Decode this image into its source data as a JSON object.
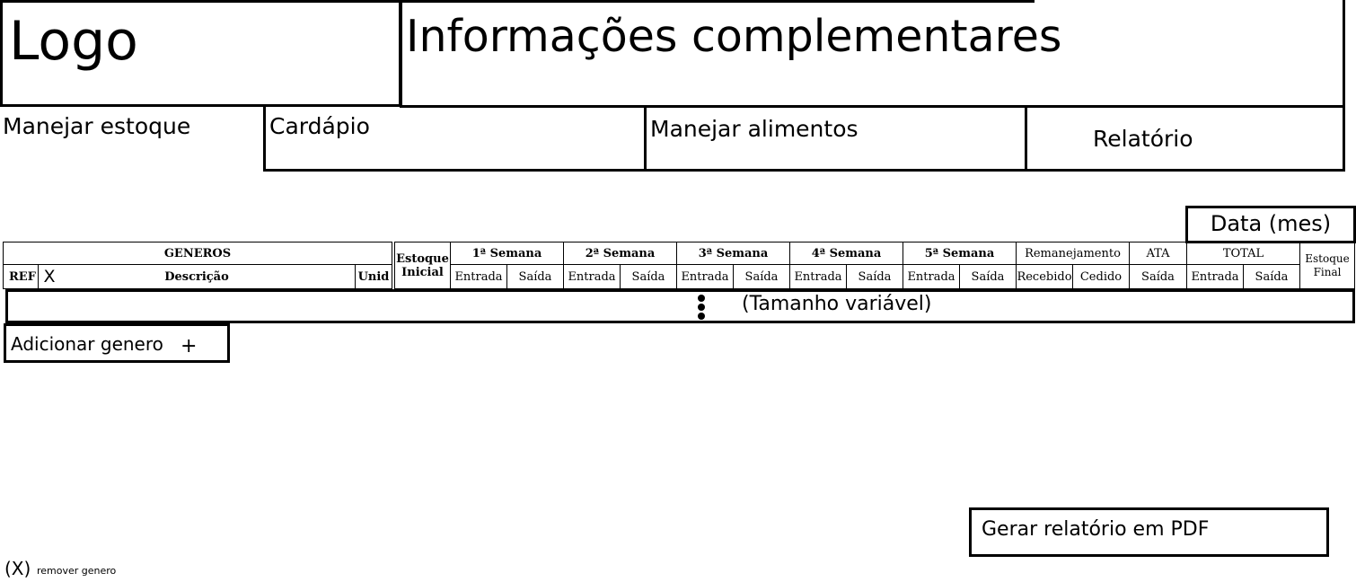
{
  "header": {
    "logo": "Logo",
    "info": "Informações complementares"
  },
  "nav": {
    "items": [
      {
        "label": "Manejar estoque"
      },
      {
        "label": "Cardápio"
      },
      {
        "label": "Manejar alimentos"
      },
      {
        "label": "Relatório"
      }
    ]
  },
  "date_button": "Data (mes)",
  "table": {
    "generos": "GENEROS",
    "ref": "REF",
    "remove_x": "X",
    "descricao": "Descrição",
    "unid": "Unid",
    "estoque_inicial": "Estoque Inicial",
    "weeks": [
      "1ª Semana",
      "2ª Semana",
      "3ª Semana",
      "4ª Semana",
      "5ª Semana"
    ],
    "entrada": "Entrada",
    "saida": "Saída",
    "remanejamento": "Remanejamento",
    "recebido": "Recebido",
    "cedido": "Cedido",
    "ata": "ATA",
    "total": "TOTAL",
    "estoque_final": "Estoque Final"
  },
  "variable_row": "(Tamanho variável)",
  "add_button": {
    "label": "Adicionar genero",
    "plus": "+"
  },
  "pdf_button": "Gerar relatório em PDF",
  "legend": {
    "symbol": "(X)",
    "text": "remover genero"
  }
}
